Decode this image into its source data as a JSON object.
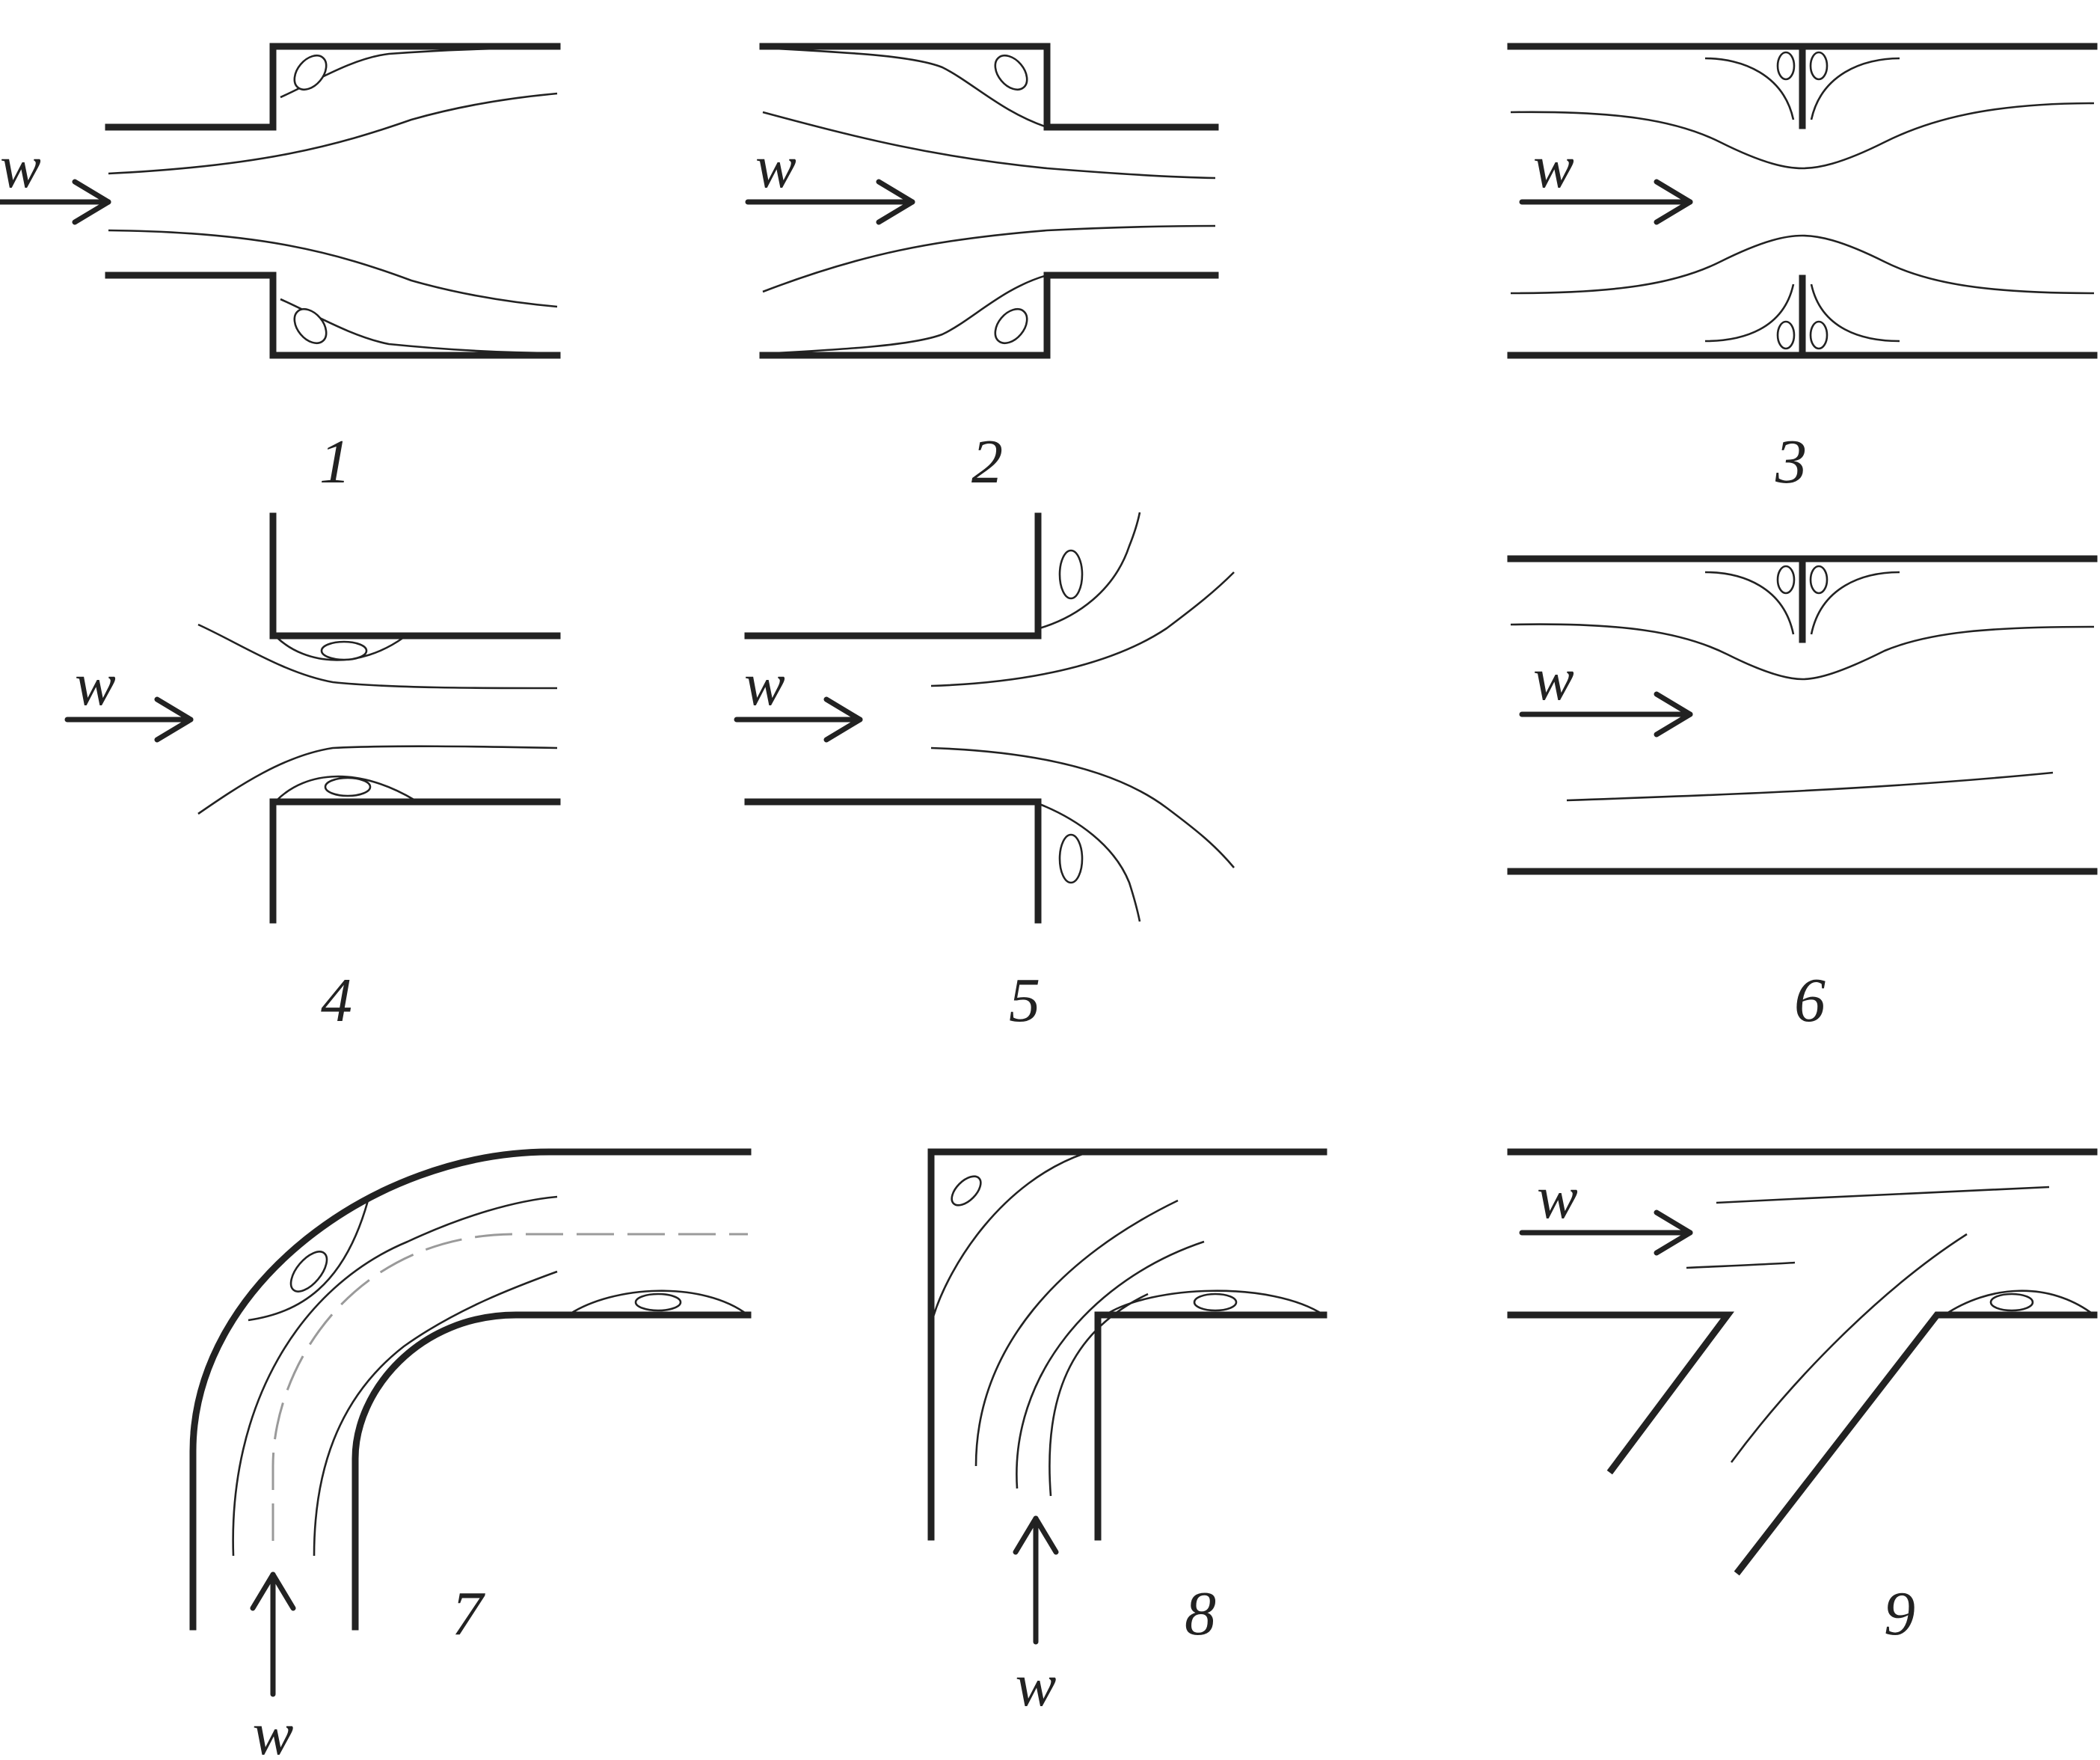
{
  "diagram": {
    "panels": [
      {
        "id": "1",
        "label": "1",
        "velocity_label": "w"
      },
      {
        "id": "2",
        "label": "2",
        "velocity_label": "w"
      },
      {
        "id": "3",
        "label": "3",
        "velocity_label": "w"
      },
      {
        "id": "4",
        "label": "4",
        "velocity_label": "w"
      },
      {
        "id": "5",
        "label": "5",
        "velocity_label": "w"
      },
      {
        "id": "6",
        "label": "6",
        "velocity_label": "w"
      },
      {
        "id": "7",
        "label": "7",
        "velocity_label": "w"
      },
      {
        "id": "8",
        "label": "8",
        "velocity_label": "w"
      },
      {
        "id": "9",
        "label": "9",
        "velocity_label": "w"
      }
    ]
  }
}
